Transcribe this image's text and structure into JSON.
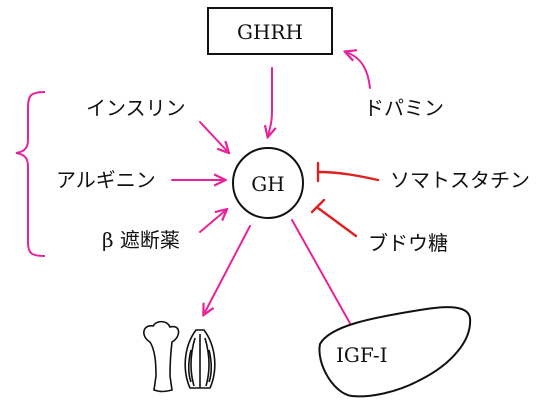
{
  "diagram": {
    "top_box_label": "GHRH",
    "center_label": "GH",
    "stimulators": {
      "insulin": "インスリン",
      "arginine": "アルギニン",
      "beta_blocker": "β 遮断薬"
    },
    "inhibitors": {
      "dopamine": "ドパミン",
      "somatostatin": "ソマトスタチン",
      "glucose": "ブドウ糖"
    },
    "liver_label": "IGF-I",
    "icons": [
      "bone-icon",
      "muscle-icon",
      "liver-icon"
    ]
  },
  "colors": {
    "stimulate_arrow": "#e8239a",
    "inhibit_arrow": "#e02020",
    "text": "#111111",
    "outline": "#111111"
  }
}
